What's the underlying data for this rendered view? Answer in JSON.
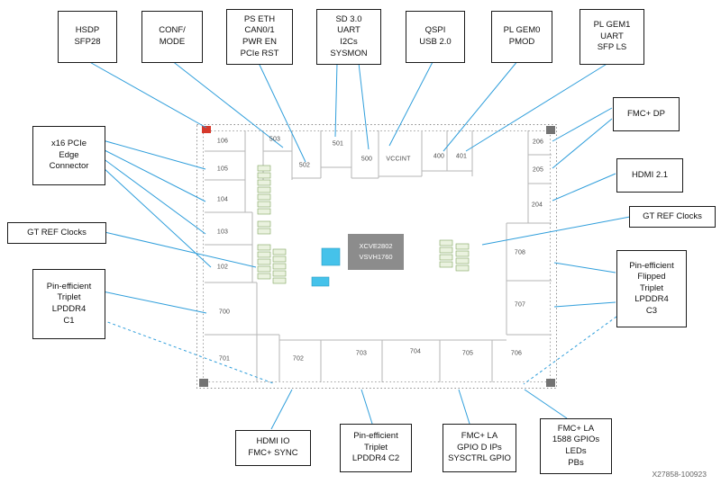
{
  "figure": {
    "doc_id": "X27858-100923"
  },
  "chip": {
    "part": {
      "line1": "XCVE2802",
      "line2": "VSVH1760"
    },
    "banks": [
      "106",
      "105",
      "104",
      "103",
      "102",
      "503",
      "502",
      "501",
      "500",
      "VCCINT",
      "400",
      "401",
      "206",
      "205",
      "204",
      "708",
      "707",
      "700",
      "701",
      "702",
      "703",
      "704",
      "705",
      "706"
    ]
  },
  "callouts": {
    "hsdp": {
      "lines": [
        "HSDP",
        "SFP28"
      ]
    },
    "conf_mode": {
      "lines": [
        "CONF/",
        "MODE"
      ]
    },
    "ps_eth": {
      "lines": [
        "PS ETH",
        "CAN0/1",
        "PWR EN",
        "PCIe RST"
      ]
    },
    "sd_uart": {
      "lines": [
        "SD 3.0",
        "UART",
        "I2Cs",
        "SYSMON"
      ]
    },
    "qspi_usb": {
      "lines": [
        "QSPI",
        "USB 2.0"
      ]
    },
    "pl_gem0": {
      "lines": [
        "PL GEM0",
        "PMOD"
      ]
    },
    "pl_gem1": {
      "lines": [
        "PL GEM1",
        "UART",
        "SFP LS"
      ]
    },
    "fmc_dp": {
      "lines": [
        "FMC+ DP"
      ]
    },
    "hdmi_21": {
      "lines": [
        "HDMI 2.1"
      ]
    },
    "gt_ref_right": {
      "lines": [
        "GT REF Clocks"
      ]
    },
    "lpddr4_c3": {
      "lines": [
        "Pin-efficient",
        "Flipped",
        "Triplet",
        "LPDDR4",
        "C3"
      ]
    },
    "pcie_edge": {
      "lines": [
        "x16 PCIe",
        "Edge",
        "Connector"
      ]
    },
    "gt_ref_left": {
      "lines": [
        "GT REF Clocks"
      ]
    },
    "lpddr4_c1": {
      "lines": [
        "Pin-efficient",
        "Triplet",
        "LPDDR4",
        "C1"
      ]
    },
    "hdmi_io": {
      "lines": [
        "HDMI IO",
        "FMC+ SYNC"
      ]
    },
    "lpddr4_c2": {
      "lines": [
        "Pin-efficient",
        "Triplet",
        "LPDDR4 C2"
      ]
    },
    "fmc_la_gpio": {
      "lines": [
        "FMC+ LA",
        "GPIO D IPs",
        "SYSCTRL GPIO"
      ]
    },
    "fmc_la_1588": {
      "lines": [
        "FMC+ LA",
        "1588 GPIOs",
        "LEDs",
        "PBs"
      ]
    }
  },
  "colors": {
    "leader_line": "#2f9edb",
    "bank_outline": "#b5b5b5",
    "io_block_fill": "#eaf2df",
    "io_block_border": "#7fa35c",
    "hard_block_fill": "#45c2ea",
    "chip_label_bg": "#8c8c8c",
    "pin1_red": "#d6392c"
  }
}
